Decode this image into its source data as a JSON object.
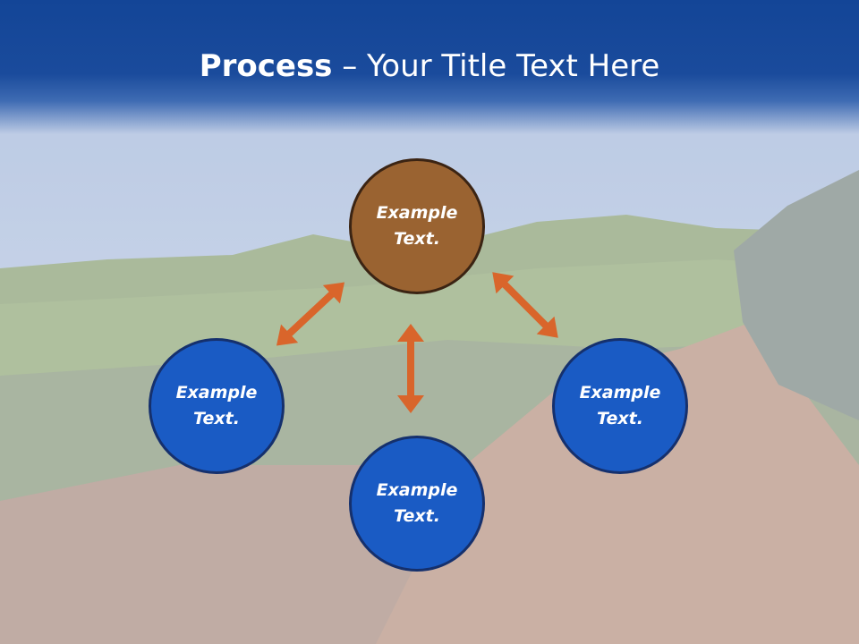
{
  "title": {
    "bold": "Process",
    "rest": " – Your Title Text Here"
  },
  "nodes": [
    {
      "id": "top",
      "text": "Example Text.",
      "color": "#9a6331"
    },
    {
      "id": "left",
      "text": "Example Text.",
      "color": "#1a5bc4"
    },
    {
      "id": "right",
      "text": "Example Text.",
      "color": "#1a5bc4"
    },
    {
      "id": "bottom",
      "text": "Example Text.",
      "color": "#1a5bc4"
    }
  ],
  "colors": {
    "header": "#134597",
    "arrow": "#d9652b",
    "circle_border": "#15306d"
  }
}
